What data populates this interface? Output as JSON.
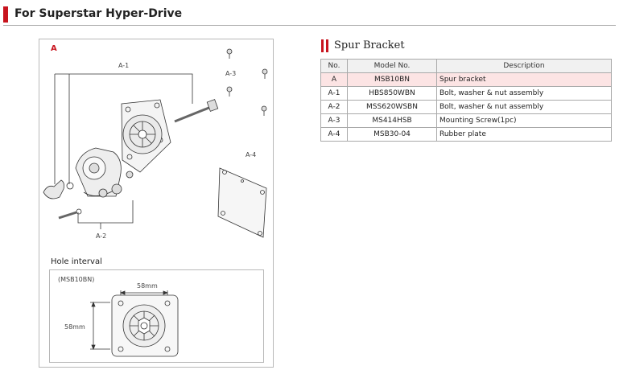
{
  "section": {
    "title": "For Superstar Hyper-Drive"
  },
  "diagram": {
    "letter": "A",
    "labels": {
      "a1": "A-1",
      "a2": "A-2",
      "a3": "A-3",
      "a4": "A-4"
    },
    "hole_interval": {
      "title": "Hole interval",
      "model": "(MSB10BN)",
      "width": "58mm",
      "height": "58mm"
    }
  },
  "spec": {
    "title": "Spur Bracket",
    "headers": {
      "no": "No.",
      "model": "Model No.",
      "desc": "Description"
    },
    "rows": [
      {
        "no": "A",
        "model": "MSB10BN",
        "desc": "Spur bracket"
      },
      {
        "no": "A-1",
        "model": "HBS850WBN",
        "desc": "Bolt, washer & nut assembly"
      },
      {
        "no": "A-2",
        "model": "MSS620WSBN",
        "desc": "Bolt, washer & nut assembly"
      },
      {
        "no": "A-3",
        "model": "MS414HSB",
        "desc": "Mounting Screw(1pc)"
      },
      {
        "no": "A-4",
        "model": "MSB30-04",
        "desc": "Rubber plate"
      }
    ]
  },
  "colors": {
    "accent": "#c8141e",
    "row_highlight": "#fce4e4"
  }
}
